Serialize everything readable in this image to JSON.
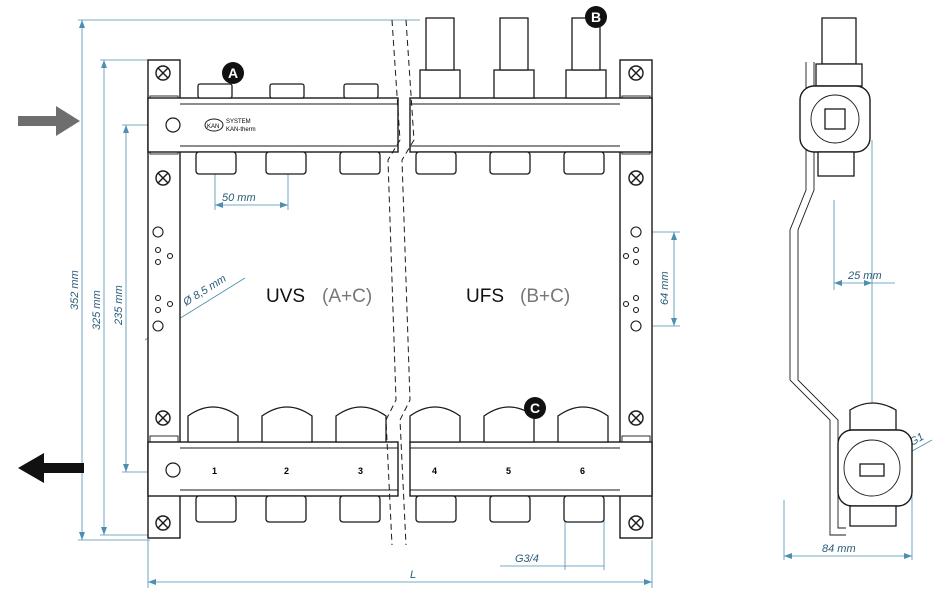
{
  "dimensions": {
    "total_height": "352 mm",
    "bracket_height": "325 mm",
    "axis_distance": "235 mm",
    "hole_diameter": "Ø 8,5 mm",
    "spacing": "50 mm",
    "hole_spacing": "64 mm",
    "length": "L",
    "thread": "G3/4",
    "side_offset": "25 mm",
    "side_depth": "84 mm",
    "side_thread": "G1"
  },
  "markers": {
    "a": "A",
    "b": "B",
    "c": "C"
  },
  "labels": {
    "uvs": "UVS",
    "uvs_detail": "(A+C)",
    "ufs": "UFS",
    "ufs_detail": "(B+C)",
    "brand_line1": "SYSTEM",
    "brand_line2": "KAN-therm",
    "brand_logo": "KAN"
  },
  "outlet_numbers": [
    "1",
    "2",
    "3",
    "4",
    "5",
    "6"
  ],
  "colors": {
    "line": "#1a1a1a",
    "dimension": "#4d8fb0",
    "dimension_text": "#2a5d7a",
    "inlet_arrow": "#6e6e6e",
    "outlet_arrow": "#111111"
  },
  "icons": {
    "inlet": "arrow-right-icon",
    "outlet": "arrow-left-icon"
  }
}
